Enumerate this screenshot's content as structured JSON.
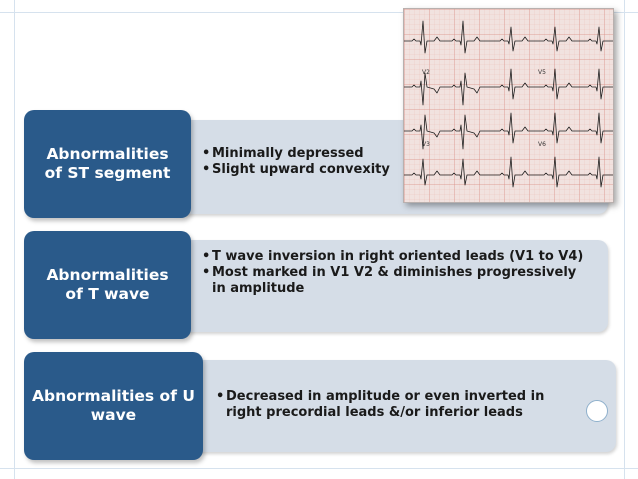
{
  "slide": {
    "rows": [
      {
        "header": "Abnormalities of ST segment",
        "bullets": [
          "Minimally depressed",
          "Slight upward convexity"
        ]
      },
      {
        "header": "Abnormalities of T wave",
        "bullets": [
          "T wave inversion in right oriented leads (V1 to V4)",
          "Most marked in V1 V2 & diminishes progressively in amplitude"
        ]
      },
      {
        "header": "Abnormalities of U wave",
        "bullets": [
          "Decreased in amplitude or even inverted in right precordial leads &/or inferior leads"
        ]
      }
    ],
    "ecg_image": {
      "lead_labels": [
        "V2",
        "V5",
        "V3",
        "V6"
      ]
    }
  },
  "colors": {
    "header_bg": "#2a5a8a",
    "detail_bg": "#d5dde7",
    "ecg_paper": "#f1e2df",
    "ecg_grid": "#e3a9a2",
    "ecg_trace": "#1e1e1e"
  }
}
